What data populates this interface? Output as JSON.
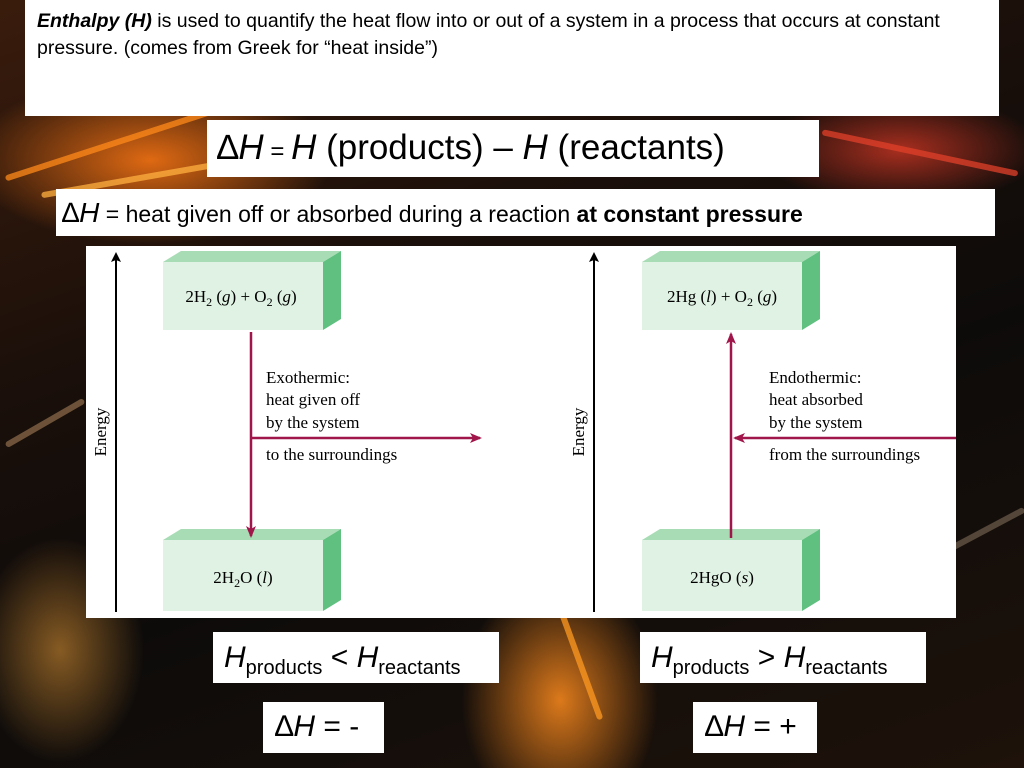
{
  "definition": {
    "term": "Enthalpy (H)",
    "text": " is used to quantify the heat flow into or out of a system in a process that occurs at constant pressure. (comes from Greek for “heat inside”)"
  },
  "equation1": {
    "delta": "∆",
    "h1": "H",
    "eq": " = ",
    "h2": "H",
    "products": " (products) – ",
    "h3": "H",
    "reactants": " (reactants)"
  },
  "equation2": {
    "delta": "∆",
    "h": "H",
    "text": " = heat given off or absorbed during a reaction ",
    "bold": "at constant pressure"
  },
  "diagram": {
    "left": {
      "axis_label": "Energy",
      "top_box": "2H2 (g) + O2 (g)",
      "bottom_box": "2H2O (l)",
      "line1": "Exothermic:",
      "line2": "heat given off",
      "line3": "by the system",
      "line4": "to the surroundings"
    },
    "right": {
      "axis_label": "Energy",
      "top_box": "2Hg (l) + O2 (g)",
      "bottom_box": "2HgO (s)",
      "line1": "Endothermic:",
      "line2": "heat absorbed",
      "line3": "by the system",
      "line4": "from the surroundings"
    },
    "colors": {
      "box_front": "#dff2e3",
      "box_side": "#5fc07f",
      "box_top": "#a8dcb5",
      "arrow": "#a0154a"
    }
  },
  "comparisons": {
    "left": {
      "h1": "H",
      "sub1": "products",
      "op": " < ",
      "h2": "H",
      "sub2": "reactants"
    },
    "right": {
      "h1": "H",
      "sub1": "products",
      "op": " > ",
      "h2": "H",
      "sub2": "reactants"
    }
  },
  "signs": {
    "left": {
      "delta": "∆",
      "h": "H",
      "rest": " = -"
    },
    "right": {
      "delta": "∆",
      "h": "H",
      "rest": " = +"
    }
  }
}
